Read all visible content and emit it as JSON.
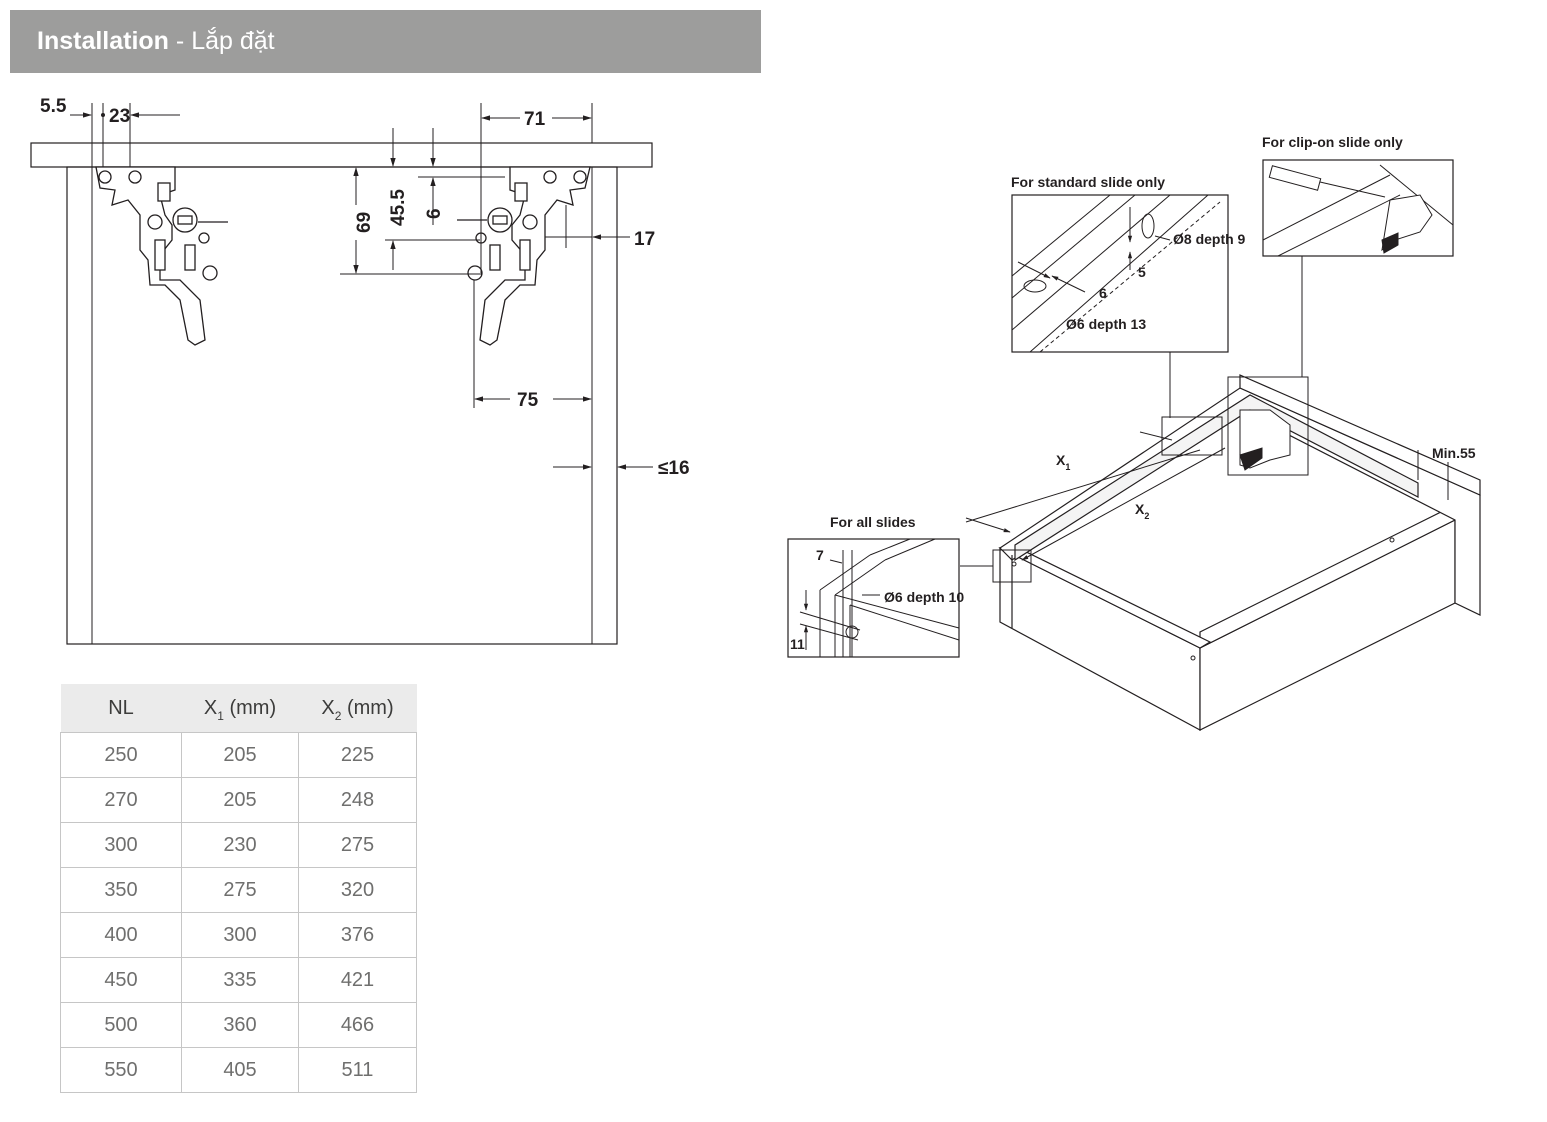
{
  "header": {
    "title_bold": "Installation",
    "separator": " - ",
    "title_sub": "Lắp đặt"
  },
  "left_drawing": {
    "dims": {
      "d_5_5": "5.5",
      "d_23": "23",
      "d_71": "71",
      "d_69": "69",
      "d_45_5": "45.5",
      "d_6": "6",
      "d_17": "17",
      "d_75": "75",
      "d_16": "≤16"
    }
  },
  "right_drawing": {
    "standard_title": "For standard slide only",
    "clip_title": "For clip-on slide only",
    "all_title": "For all slides",
    "std_hole1": "Ø8 depth 9",
    "std_dim5": "5",
    "std_dim6": "6",
    "std_hole2": "Ø6 depth 13",
    "all_dim7": "7",
    "all_dim11": "11",
    "all_hole": "Ø6 depth 10",
    "x1_letter": "X",
    "x1_sub": "1",
    "x2_letter": "X",
    "x2_sub": "2",
    "min_label": "Min.55"
  },
  "table": {
    "headers": [
      {
        "main": "NL",
        "sub": "",
        "unit": ""
      },
      {
        "main": "X",
        "sub": "1",
        "unit": " (mm)"
      },
      {
        "main": "X",
        "sub": "2",
        "unit": " (mm)"
      }
    ],
    "rows": [
      [
        "250",
        "205",
        "225"
      ],
      [
        "270",
        "205",
        "248"
      ],
      [
        "300",
        "230",
        "275"
      ],
      [
        "350",
        "275",
        "320"
      ],
      [
        "400",
        "300",
        "376"
      ],
      [
        "450",
        "335",
        "421"
      ],
      [
        "500",
        "360",
        "466"
      ],
      [
        "550",
        "405",
        "511"
      ]
    ]
  }
}
